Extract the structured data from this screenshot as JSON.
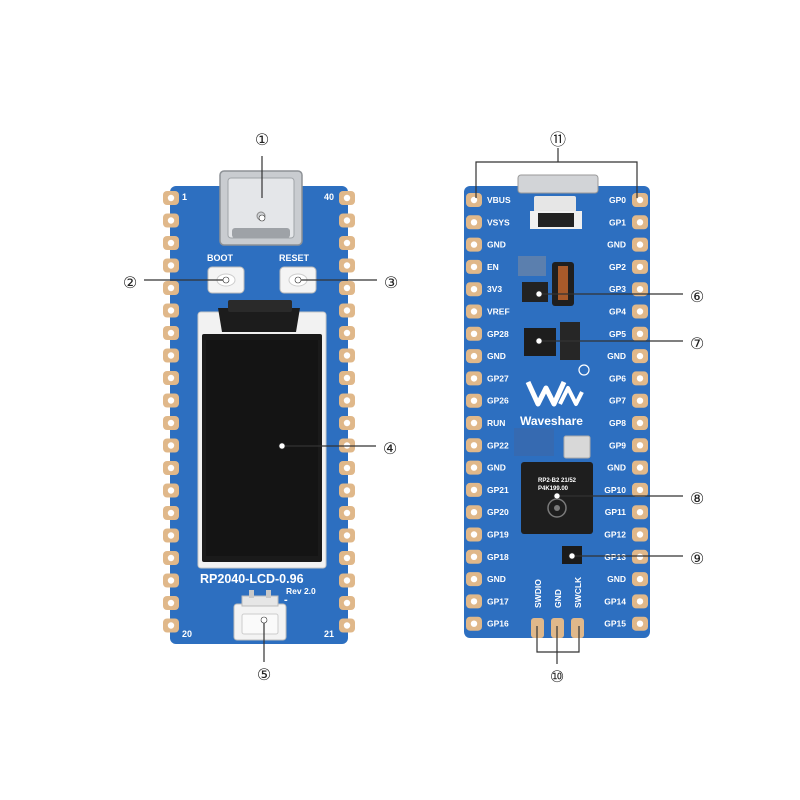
{
  "front": {
    "model_label": "RP2040-LCD-0.96",
    "rev_label": "Rev 2.0",
    "boot_label": "BOOT",
    "reset_label": "RESET",
    "pin_1": "1",
    "pin_40": "40",
    "pin_20": "20",
    "pin_21": "21",
    "plus_label": "+",
    "minus_label": "-"
  },
  "back": {
    "brand_label": "Waveshare",
    "chip_text_1": "RP2-B2 21/52",
    "chip_text_2": "P4K199.00",
    "left_pins": [
      "VBUS",
      "VSYS",
      "GND",
      "EN",
      "3V3",
      "VREF",
      "GP28",
      "GND",
      "GP27",
      "GP26",
      "RUN",
      "GP22",
      "GND",
      "GP21",
      "GP20",
      "GP19",
      "GP18",
      "GND",
      "GP17",
      "GP16"
    ],
    "right_pins": [
      "GP0",
      "GP1",
      "GND",
      "GP2",
      "GP3",
      "GP4",
      "GP5",
      "GND",
      "GP6",
      "GP7",
      "GP8",
      "GP9",
      "GND",
      "GP10",
      "GP11",
      "GP12",
      "GP13",
      "GND",
      "GP14",
      "GP15"
    ],
    "swd_labels": [
      "SWDIO",
      "GND",
      "SWCLK"
    ]
  },
  "callouts": [
    "①",
    "②",
    "③",
    "④",
    "⑤",
    "⑥",
    "⑦",
    "⑧",
    "⑨",
    "⑩",
    "⑪"
  ],
  "colors": {
    "board": "#2d6fc0",
    "pad": "#e0b88a",
    "lcd": "#1a1a1a",
    "silk": "#ffffff"
  }
}
